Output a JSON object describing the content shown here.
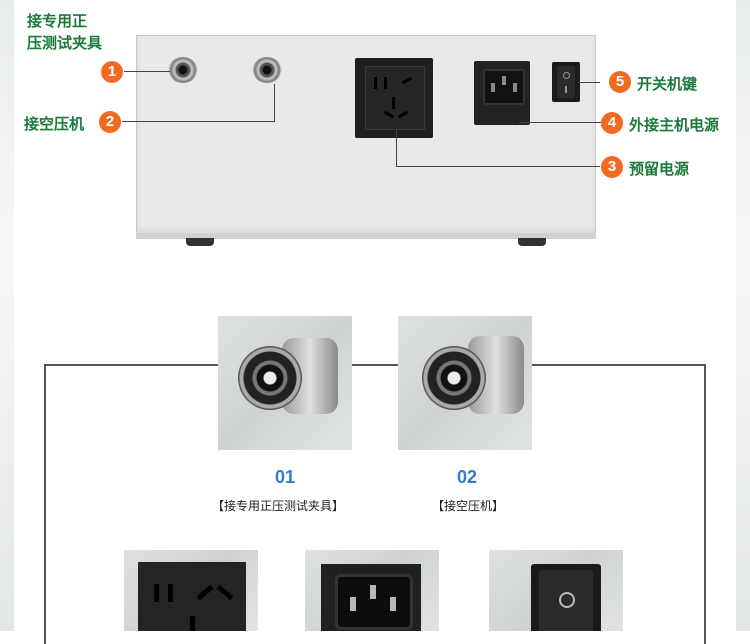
{
  "callouts": {
    "top_left_title": [
      "接专用正",
      "压测试夹具"
    ],
    "item2": "接空压机",
    "item5": "开关机键",
    "item4": "外接主机电源",
    "item3": "预留电源"
  },
  "badges": [
    "1",
    "2",
    "3",
    "4",
    "5"
  ],
  "details": [
    {
      "number": "01",
      "caption": "【接专用正压测试夹具】"
    },
    {
      "number": "02",
      "caption": "【接空压机】"
    }
  ],
  "colors": {
    "label_green": "#1a7a3a",
    "badge_orange": "#f26a21",
    "number_blue": "#2d7dd2"
  }
}
